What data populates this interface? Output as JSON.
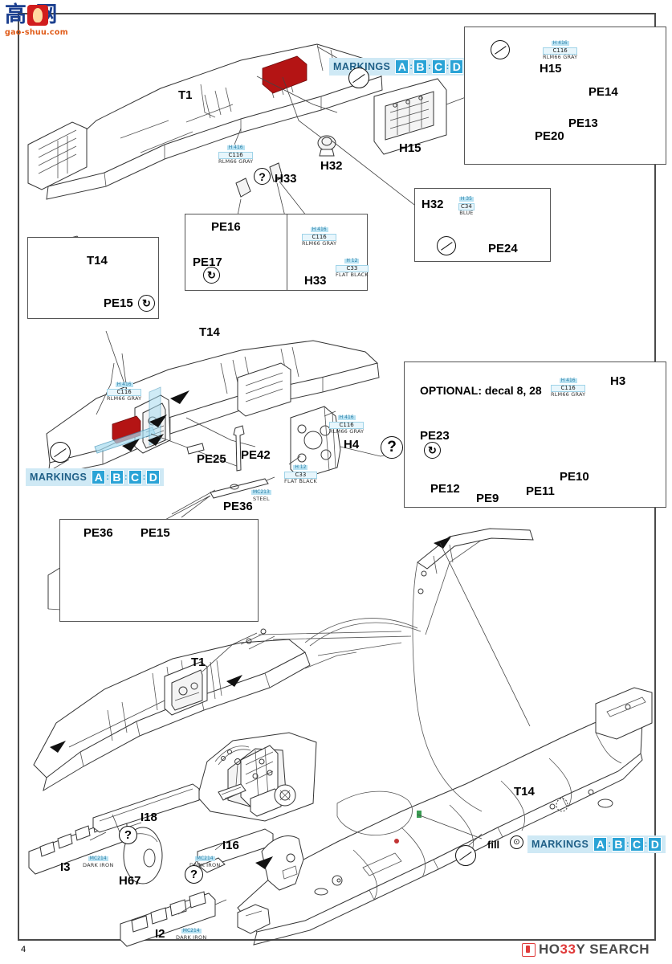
{
  "page": {
    "number": "4",
    "watermark": {
      "chars": "高 网",
      "url": "gao-shuu.com"
    },
    "footer_logo": {
      "text_left": "HO",
      "text_mid": "33",
      "text_right": "Y SEARCH",
      "full": "HOBBY SEARCH"
    }
  },
  "markings_badges": [
    {
      "id": "markings-top",
      "label": "MARKINGS",
      "letters": [
        "A",
        "B",
        "C",
        "D"
      ]
    },
    {
      "id": "markings-mid",
      "label": "MARKINGS",
      "letters": [
        "A",
        "B",
        "C",
        "D"
      ]
    },
    {
      "id": "markings-bottom",
      "label": "MARKINGS",
      "letters": [
        "A",
        "B",
        "C",
        "D"
      ]
    }
  ],
  "fill_note": {
    "label": "fill",
    "symbol": "fill-icon"
  },
  "optional_note": {
    "text": "OPTIONAL: decal 8, 28"
  },
  "paints": {
    "rlm66": {
      "h": "H 416",
      "c": "C116",
      "name": "RLM66 GRAY"
    },
    "flat_black": {
      "h": "H 12",
      "c": "C33",
      "name": "FLAT BLACK"
    },
    "blue": {
      "h": "H 35",
      "c": "C34",
      "name": "BLUE"
    },
    "steel": {
      "h": "MC213",
      "c": "",
      "name": "STEEL"
    },
    "dark_iron": {
      "h": "MC214",
      "c": "",
      "name": "DARK IRON"
    }
  },
  "part_labels": {
    "top_section": [
      {
        "id": "t1-top",
        "text": "T1"
      },
      {
        "id": "h33-top",
        "text": "H33"
      },
      {
        "id": "h32-top",
        "text": "H32"
      },
      {
        "id": "h15-main",
        "text": "H15"
      },
      {
        "id": "h15-box",
        "text": "H15"
      },
      {
        "id": "pe14",
        "text": "PE14"
      },
      {
        "id": "pe13",
        "text": "PE13"
      },
      {
        "id": "pe20",
        "text": "PE20"
      },
      {
        "id": "h32-box",
        "text": "H32"
      },
      {
        "id": "pe24",
        "text": "PE24"
      },
      {
        "id": "pe16",
        "text": "PE16"
      },
      {
        "id": "pe17",
        "text": "PE17"
      },
      {
        "id": "h33-box",
        "text": "H33"
      }
    ],
    "mid_section": [
      {
        "id": "t14-detail",
        "text": "T14"
      },
      {
        "id": "pe15-detail",
        "text": "PE15"
      },
      {
        "id": "t14-main",
        "text": "T14"
      },
      {
        "id": "pe25",
        "text": "PE25"
      },
      {
        "id": "pe42",
        "text": "PE42"
      },
      {
        "id": "pe36-main",
        "text": "PE36"
      },
      {
        "id": "h4",
        "text": "H4"
      },
      {
        "id": "h3",
        "text": "H3"
      },
      {
        "id": "pe23",
        "text": "PE23"
      },
      {
        "id": "pe12",
        "text": "PE12"
      },
      {
        "id": "pe9",
        "text": "PE9"
      },
      {
        "id": "pe11",
        "text": "PE11"
      },
      {
        "id": "pe10",
        "text": "PE10"
      },
      {
        "id": "pe36-box",
        "text": "PE36"
      },
      {
        "id": "pe15-box",
        "text": "PE15"
      }
    ],
    "bottom_section": [
      {
        "id": "t1-bottom",
        "text": "T1"
      },
      {
        "id": "t14-bottom",
        "text": "T14"
      },
      {
        "id": "i18",
        "text": "I18"
      },
      {
        "id": "i3",
        "text": "I3"
      },
      {
        "id": "h67",
        "text": "H67"
      },
      {
        "id": "i16",
        "text": "I16"
      },
      {
        "id": "i2",
        "text": "I2"
      }
    ]
  },
  "symbols": {
    "question": "?",
    "bend_arrow": "↻",
    "no_glue": "no-glue-icon",
    "fill": "⊙"
  },
  "colors": {
    "pe_blue": "#a8dcf0",
    "badge_blue": "#2aa3d6",
    "badge_bg": "#cfe9f5",
    "paint_chip": "#b9e2f2",
    "red_part": "#b41414",
    "frame": "#4a4a4a",
    "logo_red": "#e03a3a"
  }
}
